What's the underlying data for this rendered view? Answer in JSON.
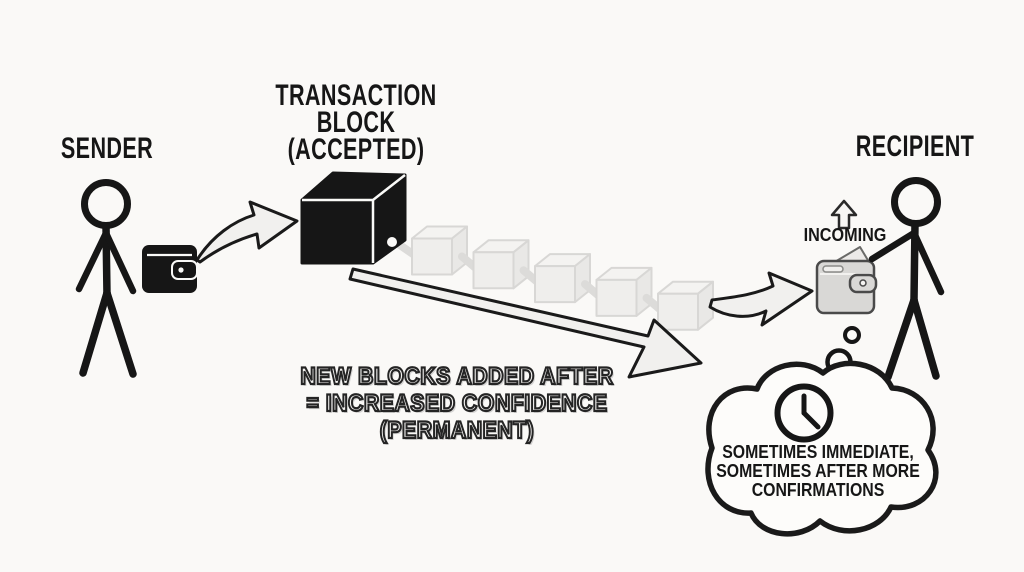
{
  "labels": {
    "sender": "SENDER",
    "recipient": "RECIPIENT",
    "incoming": "INCOMING",
    "block_line1": "TRANSACTION",
    "block_line2": "BLOCK",
    "block_line3": "(ACCEPTED)",
    "note_line1": "NEW BLOCKS ADDED AFTER",
    "note_line2": "= INCREASED CONFIDENCE",
    "note_line3": "(PERMANENT)",
    "thought_line1": "SOMETIMES IMMEDIATE,",
    "thought_line2": "SOMETIMES AFTER MORE",
    "thought_line3": "CONFIRMATIONS"
  },
  "icons": {
    "sender_figure": "stick-person",
    "recipient_figure": "stick-person",
    "sender_wallet": "black-wallet",
    "recipient_wallet": "gray-wallet",
    "accepted_block": "solid-black-cube",
    "pending_blocks": "faded-cube-chain",
    "send_arrow": "curved-outline-arrow",
    "receive_arrow": "curved-outline-arrow",
    "confidence_arrow": "long-diagonal-outline-arrow",
    "incoming_arrow": "up-block-arrow",
    "clock": "clock-face",
    "thought_cloud": "cloud-bubble"
  },
  "chain": {
    "faded_block_count": 5
  },
  "colors": {
    "background": "#faf9f7",
    "ink": "#161616",
    "edge_white": "#fafaf8",
    "faded_fill": "#efeeec",
    "faded_edge": "#d8d7d5",
    "arrow_fill": "#f1f0ee",
    "wallet_gray_fill": "#d9d8d6",
    "wallet_gray_edge": "#4a4a4a",
    "outline_text_fill": "#f4f3f1",
    "outline_text_stroke": "#242424"
  }
}
